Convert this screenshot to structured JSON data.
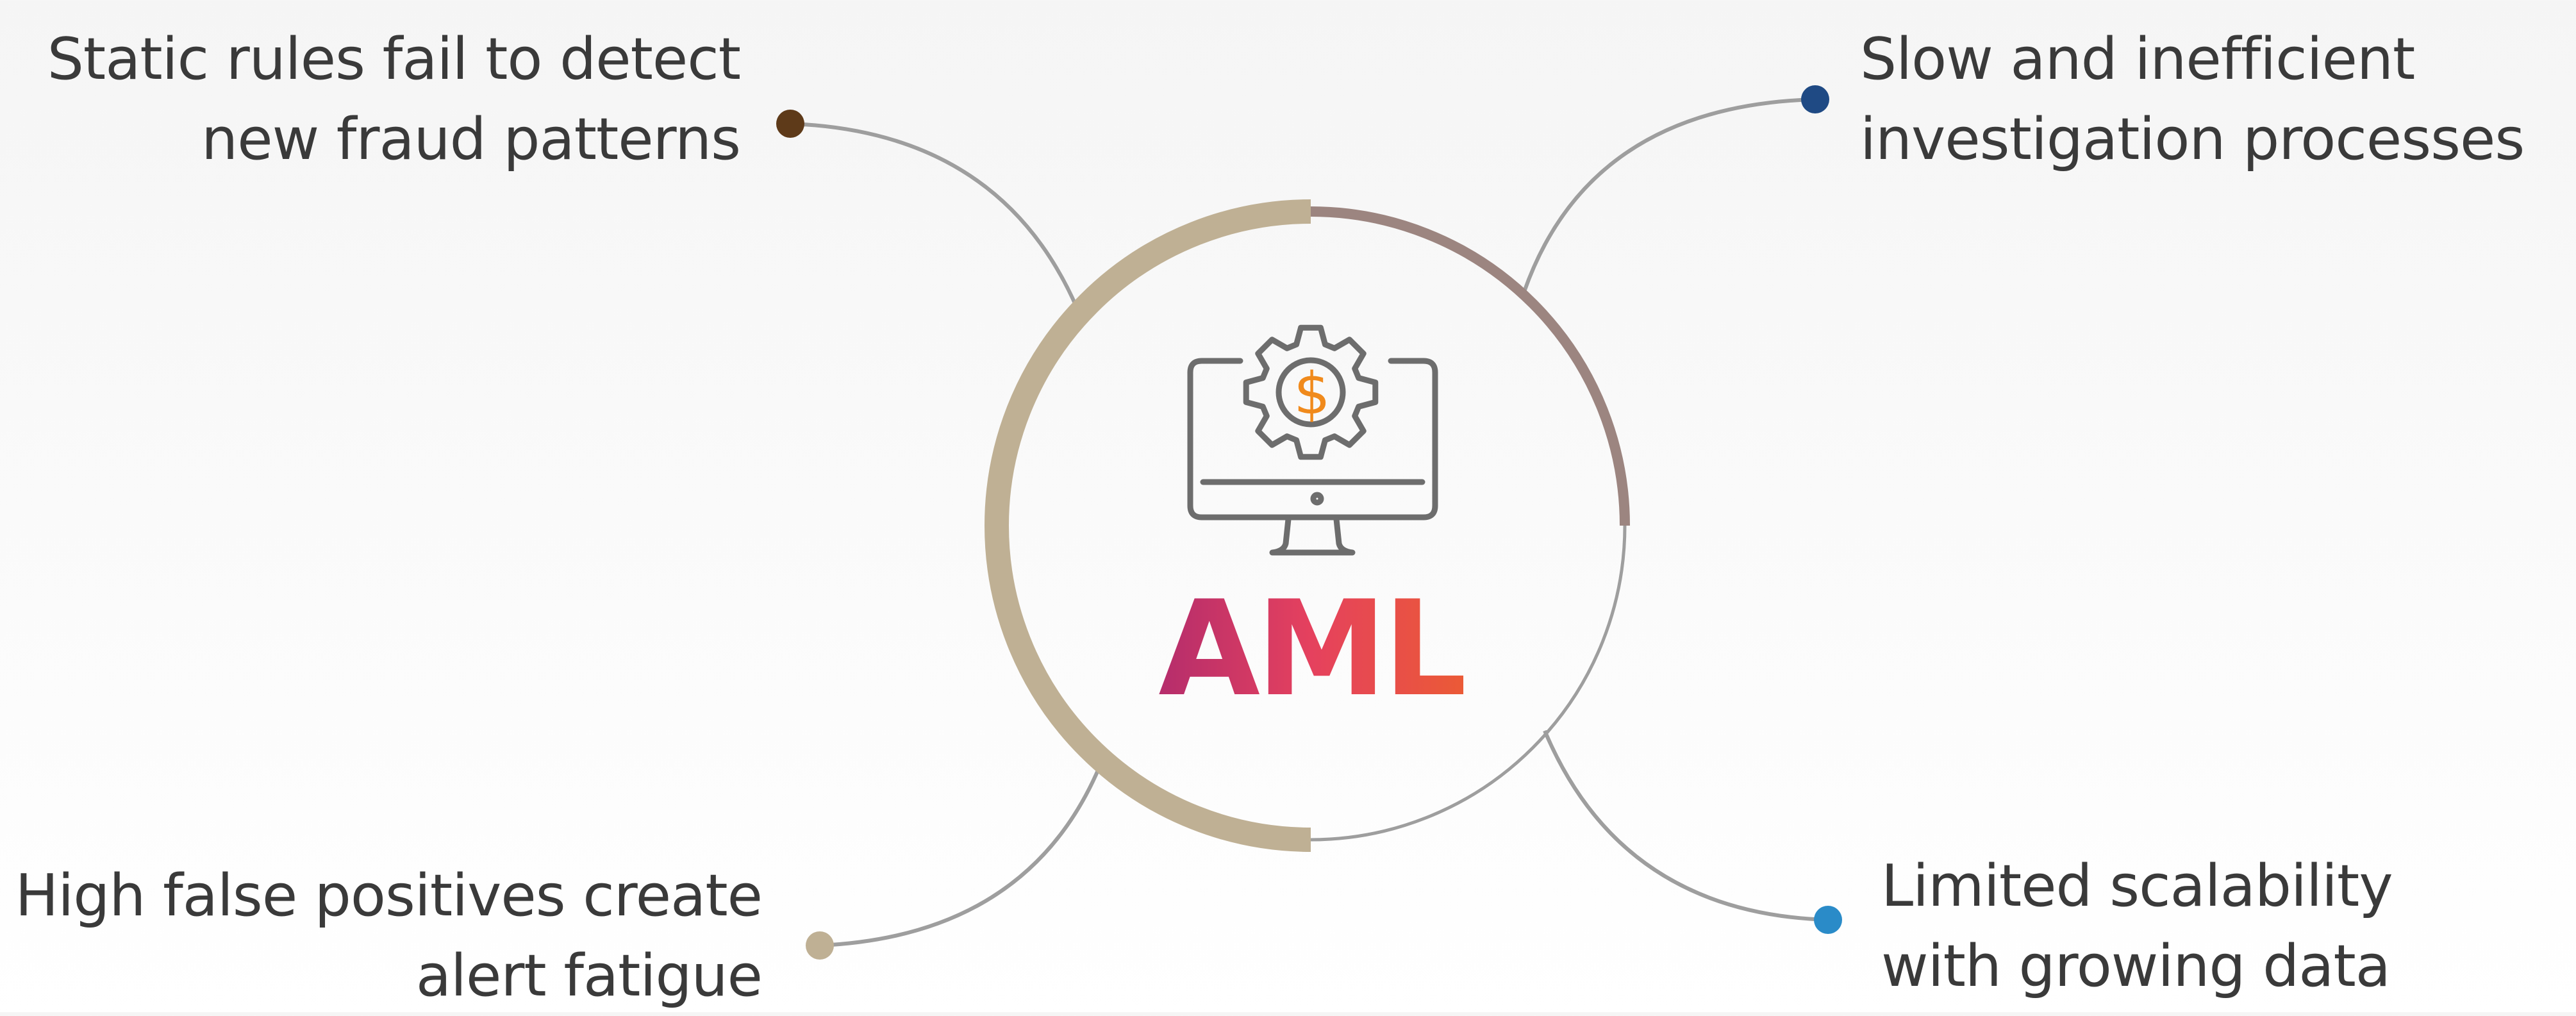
{
  "center": {
    "title": "AML",
    "icon": "computer-gear-dollar-icon",
    "icon_symbol": "$"
  },
  "items": [
    {
      "id": "top-left",
      "lines": [
        "Static rules fail to detect",
        "new fraud patterns"
      ],
      "dot_color": "#5e3a19"
    },
    {
      "id": "top-right",
      "lines": [
        "Slow and inefficient",
        "investigation processes"
      ],
      "dot_color": "#1f4a84"
    },
    {
      "id": "bottom-left",
      "lines": [
        "High false positives create",
        "alert fatigue"
      ],
      "dot_color": "#bfb094"
    },
    {
      "id": "bottom-right",
      "lines": [
        "Limited scalability",
        "with growing data"
      ],
      "dot_color": "#2a8bc8"
    }
  ],
  "colors": {
    "ring_thin": "#9e9e9e",
    "ring_thick_left": "#bfb094",
    "ring_arc_right": "#9c8580",
    "icon_stroke": "#6d6d6d",
    "dollar": "#f08a1c",
    "title_gradient": [
      "#b52d6c",
      "#e5415e",
      "#eb5a36"
    ]
  }
}
